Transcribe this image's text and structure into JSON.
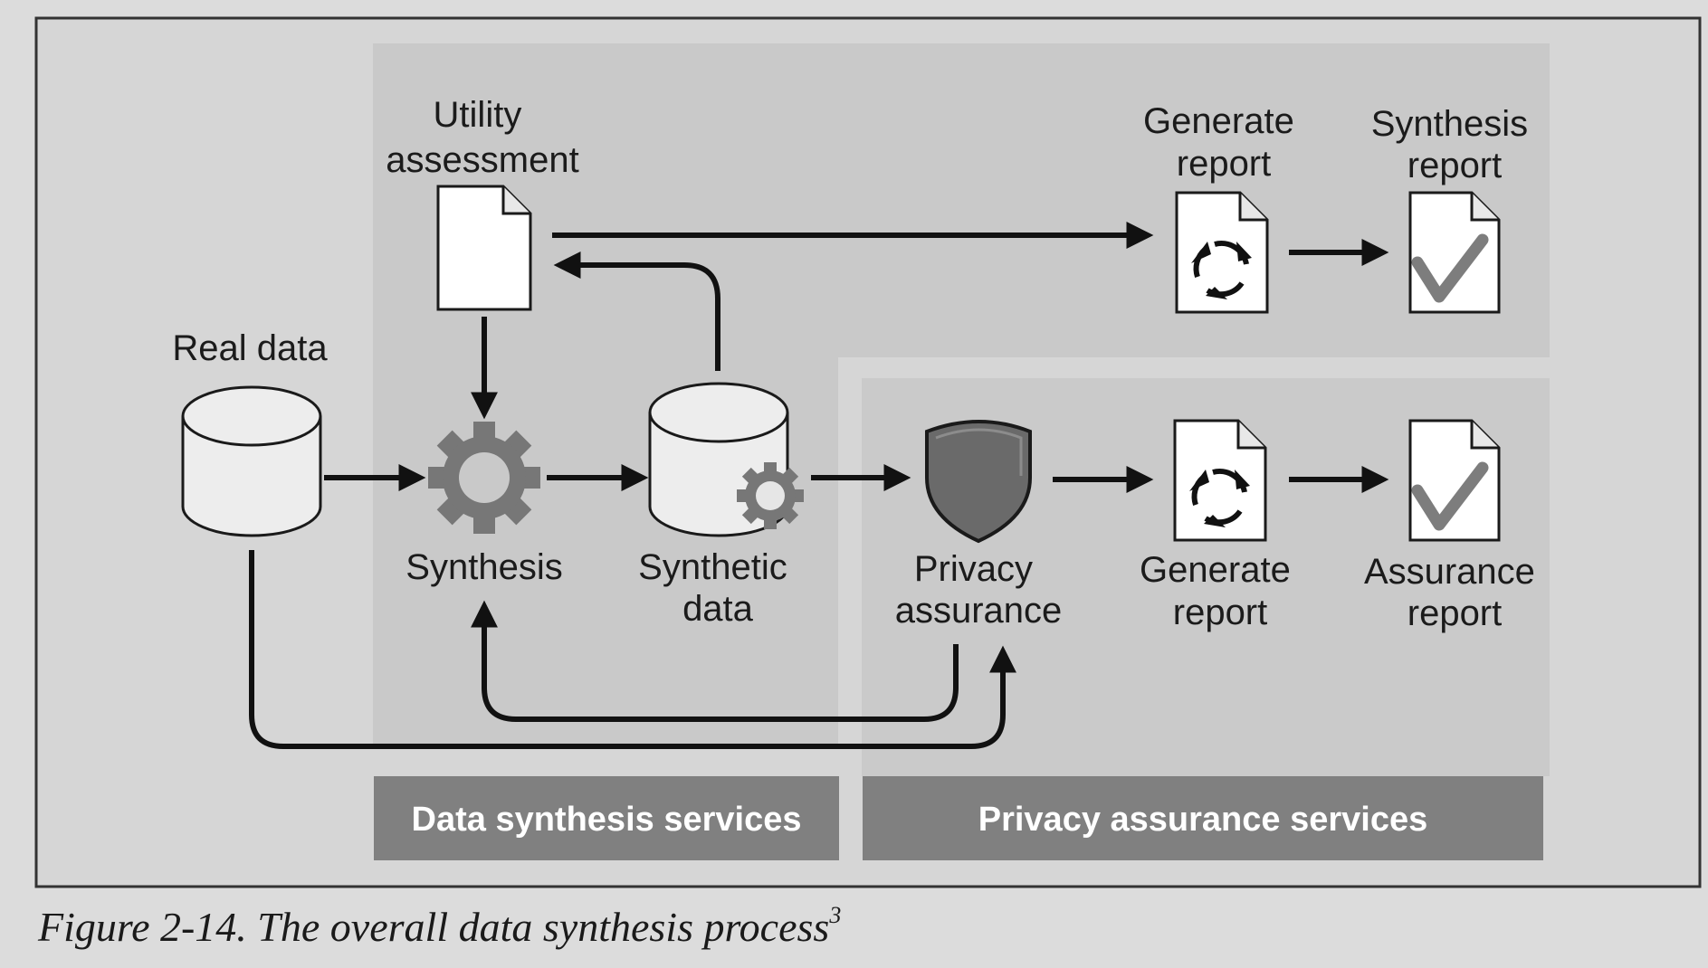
{
  "figure": {
    "caption": "Figure 2-14. The overall data synthesis process",
    "caption_superscript": "3"
  },
  "nodes": {
    "utility_assessment": [
      "Utility",
      "assessment"
    ],
    "generate_report_top": [
      "Generate",
      "report"
    ],
    "synthesis_report": [
      "Synthesis",
      "report"
    ],
    "real_data": [
      "Real data"
    ],
    "synthesis": [
      "Synthesis"
    ],
    "synthetic_data": [
      "Synthetic",
      "data"
    ],
    "privacy_assurance": [
      "Privacy",
      "assurance"
    ],
    "generate_report_bottom": [
      "Generate",
      "report"
    ],
    "assurance_report": [
      "Assurance",
      "report"
    ]
  },
  "bands": {
    "data_synthesis": "Data synthesis services",
    "privacy_assurance": "Privacy assurance services"
  },
  "colors": {
    "page": "#dcdcdc",
    "frame": "#d4d4d4",
    "panel": "#c8c8c8",
    "band": "#808080",
    "gear": "#777777",
    "shield": "#6a6a6a",
    "check": "#7d7d7d"
  }
}
